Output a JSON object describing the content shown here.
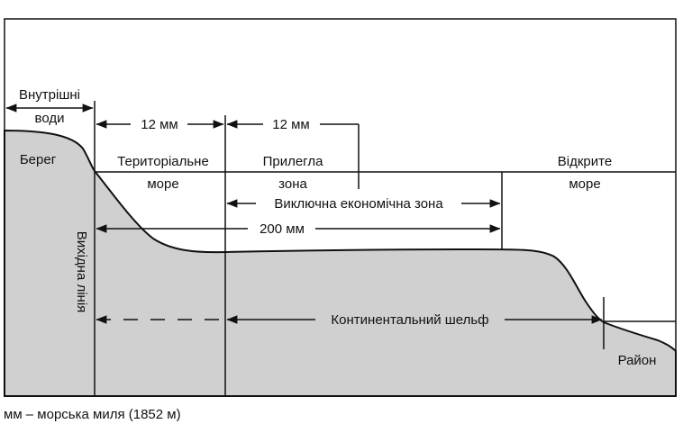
{
  "labels": {
    "inner_waters_line1": "Внутрішні",
    "inner_waters_line2": "води",
    "shore": "Берег",
    "territorial_line1": "Територіальне",
    "territorial_line2": "море",
    "contiguous_line1": "Прилегла",
    "contiguous_line2": "зона",
    "open_sea_line1": "Відкрите",
    "open_sea_line2": "море",
    "distance_territorial": "12 мм",
    "distance_contiguous": "12 мм",
    "eez": "Виключна економічна зона",
    "distance_200": "200 мм",
    "baseline": "Вихідна лінія",
    "continental_shelf": "Континентальний шельф",
    "area": "Район"
  },
  "footnote": "мм – морська миля (1852 м)",
  "colors": {
    "seabed_fill": "#d0d0d0",
    "line": "#111111",
    "background": "#ffffff"
  }
}
